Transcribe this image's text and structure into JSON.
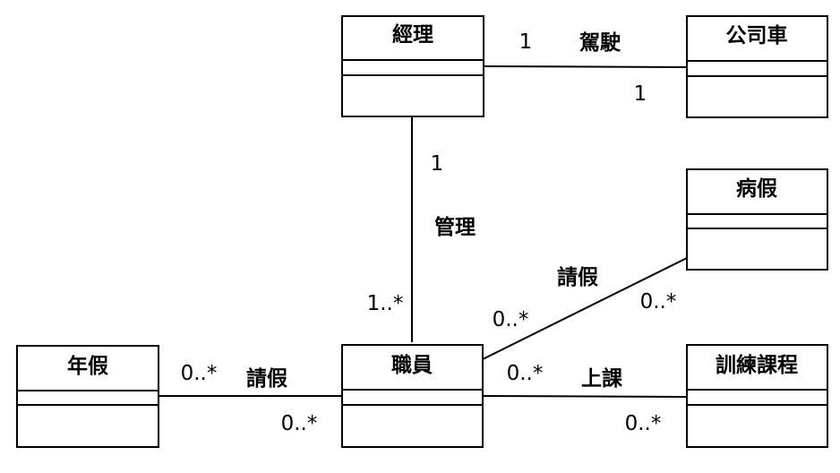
{
  "classes": {
    "manager": {
      "name": "經理"
    },
    "company_car": {
      "name": "公司車"
    },
    "sick_leave": {
      "name": "病假"
    },
    "annual_leave": {
      "name": "年假"
    },
    "employee": {
      "name": "職員"
    },
    "training_course": {
      "name": "訓練課程"
    }
  },
  "associations": {
    "drive": {
      "name": "駕駛",
      "mult_manager": "1",
      "mult_car": "1"
    },
    "manage": {
      "name": "管理",
      "mult_manager": "1",
      "mult_employee": "1..*"
    },
    "sick_request": {
      "name": "請假",
      "mult_employee": "0..*",
      "mult_sick": "0..*"
    },
    "annual_request": {
      "name": "請假",
      "mult_annual": "0..*",
      "mult_employee": "0..*"
    },
    "attend": {
      "name": "上課",
      "mult_employee": "0..*",
      "mult_course": "0..*"
    }
  }
}
